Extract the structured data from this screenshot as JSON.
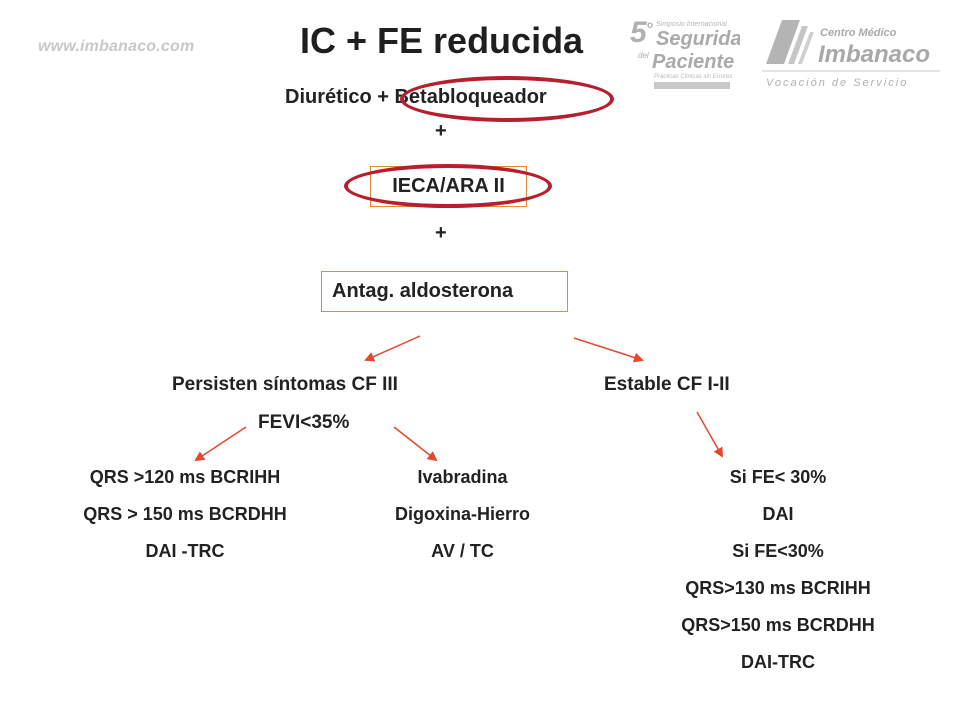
{
  "watermark": "www.imbanaco.com",
  "title": "IC + FE reducida",
  "logos": {
    "simposio": {
      "big": "5",
      "sup": "o",
      "line1": "Simposio Internacional",
      "line2": "Seguridad",
      "line3": "del",
      "line4": "Paciente",
      "line5": "Prácticas Clínicas sin Errores"
    },
    "imbanaco": {
      "line1": "Centro Médico",
      "line2": "Imbanaco",
      "tagline": "Vocación de Servicio"
    }
  },
  "flow": {
    "step1": "Diurético + Betabloqueador",
    "plus1": "+",
    "step2": "IECA/ARA II",
    "plus2": "+",
    "step3": "Antag. aldosterona"
  },
  "branches": {
    "left_label": "Persisten síntomas  CF III",
    "left_sublabel": "FEVI<35%",
    "right_label": "Estable CF I-II"
  },
  "outcomes": {
    "left": [
      "QRS >120 ms BCRIHH",
      "QRS > 150 ms BCRDHH",
      "DAI -TRC"
    ],
    "middle": [
      "Ivabradina",
      "Digoxina-Hierro",
      "AV / TC"
    ],
    "right": [
      "Si FE< 30%",
      "DAI",
      "Si FE<30%",
      "QRS>130 ms BCRIHH",
      "QRS>150 ms BCRDHH",
      "DAI-TRC"
    ]
  },
  "colors": {
    "arrow": "#e8462d",
    "oval": "#b51f2e",
    "box_border": "#e08a3c"
  }
}
